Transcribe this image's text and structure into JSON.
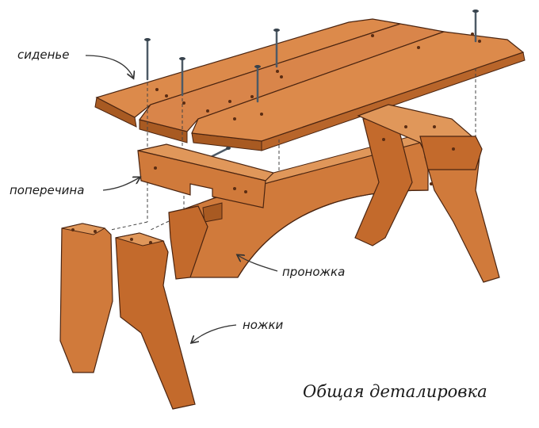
{
  "labels": {
    "seat": "сиденье",
    "crosspiece": "поперечина",
    "stretcher": "проножка",
    "legs": "ножки"
  },
  "caption": "Общая деталировка",
  "colors": {
    "wood_light": "#DC8A4B",
    "wood_mid": "#C8702F",
    "wood_dark": "#9E4F1C",
    "outline": "#4A2410",
    "nail": "#4D5A66"
  }
}
